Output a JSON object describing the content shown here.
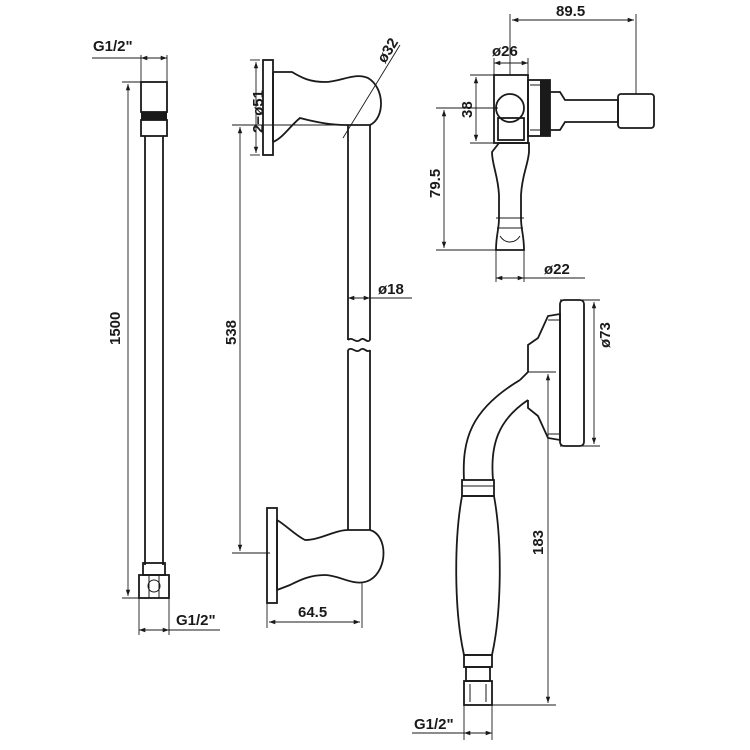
{
  "hose": {
    "thread_top": "G1/2\"",
    "length": "1500",
    "thread_bottom": "G1/2\""
  },
  "riser_rail": {
    "bracket_holes": "2−ø51",
    "bracket_diameter": "ø32",
    "height": "538",
    "tube_diameter": "ø18",
    "projection": "64.5"
  },
  "slider": {
    "lever_reach": "89.5",
    "collar_diameter": "ø26",
    "body_height": "38",
    "holder_height": "79.5",
    "holder_diameter": "ø22"
  },
  "handset": {
    "head_diameter": "ø73",
    "handle_height": "183",
    "thread": "G1/2\""
  }
}
